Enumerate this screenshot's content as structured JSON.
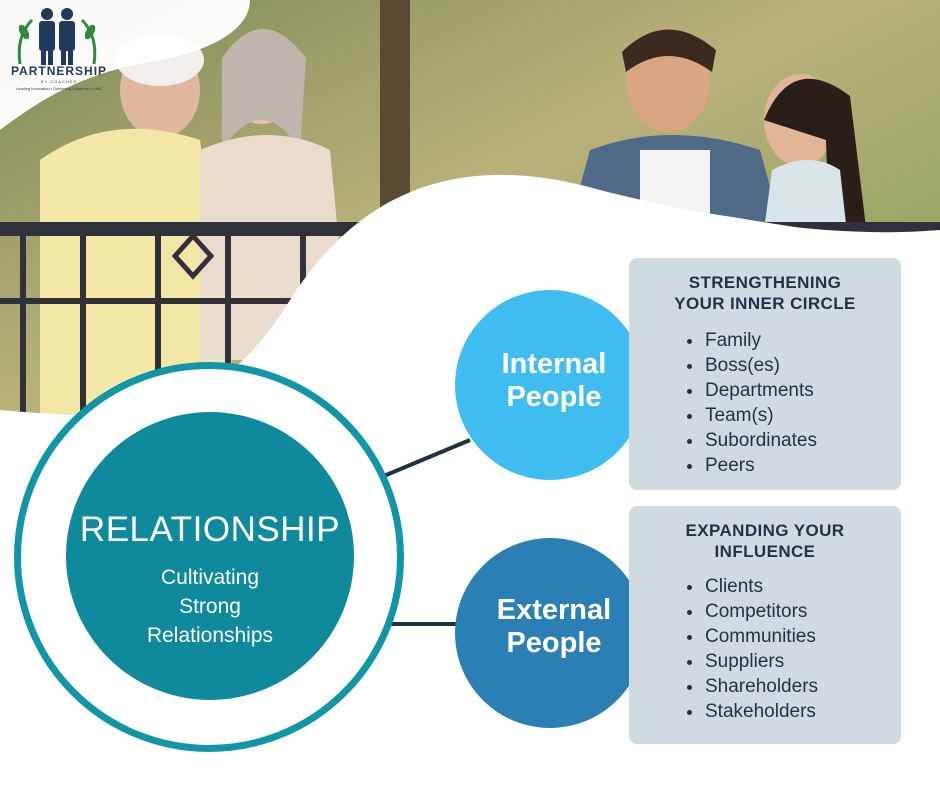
{
  "logo": {
    "name": "PARTNERSHIP",
    "sub": "BY COACHES",
    "tagline": "Leading Innovation • Delivering Solutions • Fulfil..."
  },
  "center": {
    "title": "RELATIONSHIP",
    "subtitle": "Cultivating\nStrong\nRelationships"
  },
  "internal": {
    "label": "Internal\nPeople",
    "heading": "STRENGTHENING\nYOUR INNER CIRCLE",
    "items": [
      "Family",
      "Boss(es)",
      "Departments",
      "Team(s)",
      "Subordinates",
      "Peers"
    ]
  },
  "external": {
    "label": "External\nPeople",
    "heading": "EXPANDING YOUR\nINFLUENCE",
    "items": [
      "Clients",
      "Competitors",
      "Communities",
      "Suppliers",
      "Shareholders",
      "Stakeholders"
    ]
  },
  "colors": {
    "teal": "#0e8a9c",
    "teal_ring": "#1195a9",
    "light_blue": "#40bdf0",
    "mid_blue": "#2a7fb5",
    "panel": "#cfdbe1",
    "text_dark": "#1f3344"
  }
}
